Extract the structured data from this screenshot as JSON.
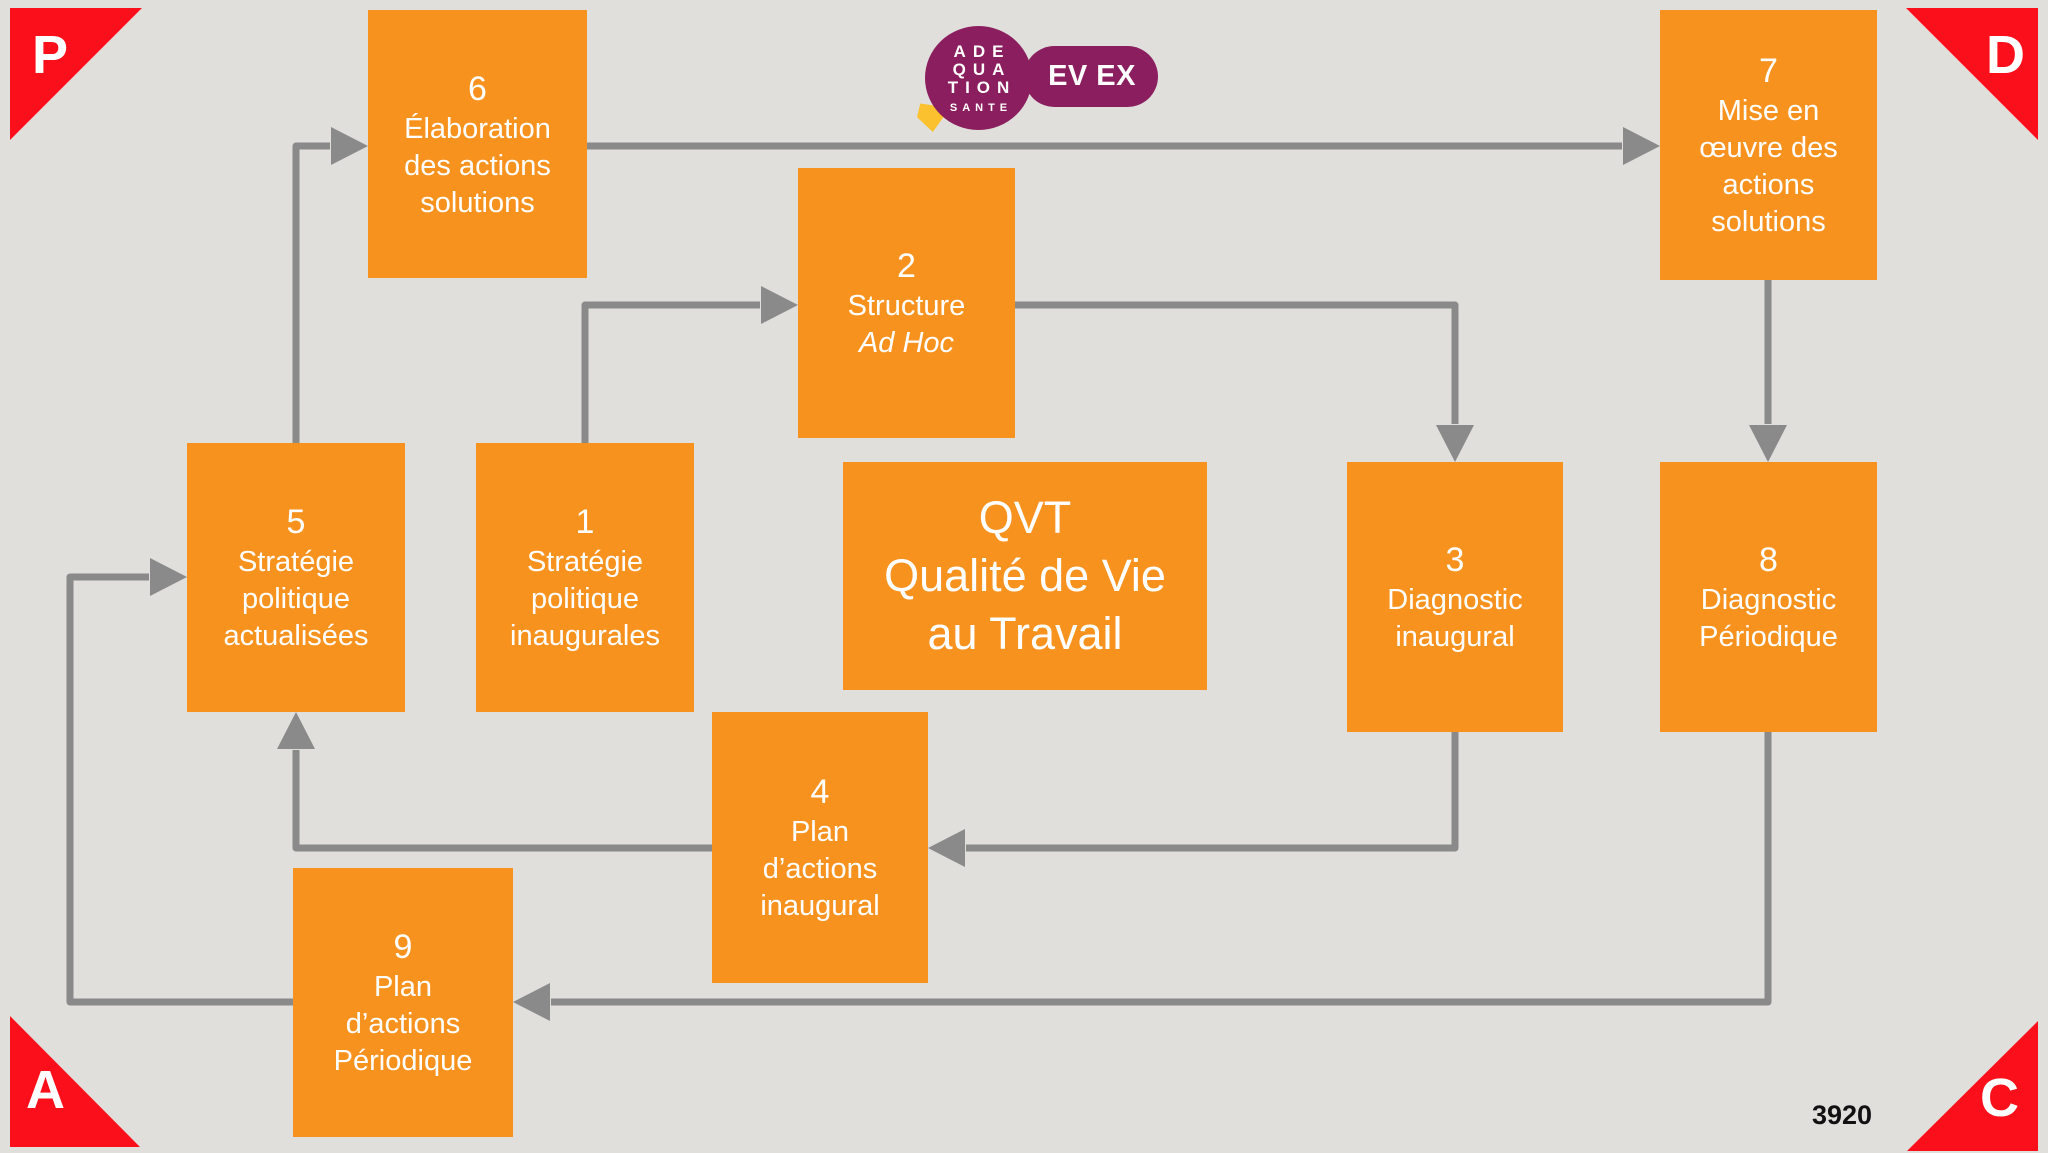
{
  "corners": {
    "plan": "P",
    "do": "D",
    "act": "A",
    "check": "C"
  },
  "logo": {
    "circle_line1": "ADE",
    "circle_line2": "QUA",
    "circle_line3": "TION",
    "circle_subtitle": "SANTE",
    "badge_label": "EV EX"
  },
  "center_box": {
    "line1": "QVT",
    "line2": "Qualité de Vie",
    "line3": "au Travail"
  },
  "boxes": [
    {
      "number": "1",
      "lines": [
        "Stratégie",
        "politique",
        "inaugurales"
      ]
    },
    {
      "number": "2",
      "lines": [
        "Structure",
        "Ad Hoc"
      ]
    },
    {
      "number": "3",
      "lines": [
        "Diagnostic",
        "inaugural"
      ]
    },
    {
      "number": "4",
      "lines": [
        "Plan",
        "d’actions",
        "inaugural"
      ]
    },
    {
      "number": "5",
      "lines": [
        "Stratégie",
        "politique",
        "actualisées"
      ]
    },
    {
      "number": "6",
      "lines": [
        "Élaboration",
        "des actions",
        "solutions"
      ]
    },
    {
      "number": "7",
      "lines": [
        "Mise en",
        "œuvre des",
        "actions",
        "solutions"
      ]
    },
    {
      "number": "8",
      "lines": [
        "Diagnostic",
        "Périodique"
      ]
    },
    {
      "number": "9",
      "lines": [
        "Plan",
        "d’actions",
        "Périodique"
      ]
    }
  ],
  "footer": {
    "code": "3920"
  },
  "colors": {
    "box_orange": "#F8921E",
    "arrow_gray": "#8A8A8A",
    "corner_red": "#FB0F1B",
    "logo_purple": "#8B1E5E",
    "logo_yellow": "#FBC12F",
    "background": "#E0DFDC"
  }
}
